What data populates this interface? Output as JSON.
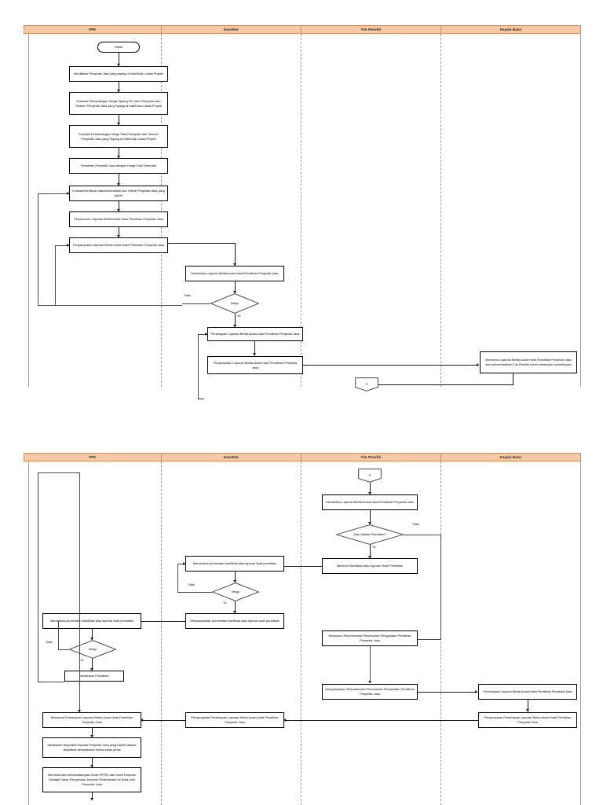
{
  "document": {
    "type": "swimlane-flowchart",
    "page_background": "#ffffff",
    "header_fill": "#F4C9A6",
    "header_border": "#c98f62",
    "lane_divider": "#9b9b9b"
  },
  "lanes": [
    {
      "id": "ppk",
      "label": "PPK"
    },
    {
      "id": "kasatker",
      "label": "Kasatker"
    },
    {
      "id": "tim_peneliti",
      "label": "Tim Peneliti"
    },
    {
      "id": "kepala_balai",
      "label": "Kepala Balai"
    }
  ],
  "chart1": {
    "nodes": {
      "mulai": "Mulai",
      "identifikasi": "Identifikasi Penyedia Jasa yang tayang di Kab/Kota Lokasi Proyek",
      "evaluasi_per_item": "Evaluasi Perbandingan Harga Tayang Per item Pekerjaan dari Seluruh Penyedia Jasa yang Tayang di Kab/Kota Lokasi Proyek",
      "evaluasi_total": "Evaluasi Perbandingan Harga Total Pekerjaan dari Seluruh Penyedia Jasa yang Tayang di Kab/Kota Lokasi Proyek",
      "pemilihan": "Pemilihan Penyedia Jasa dengan Harga Total Terendah",
      "verifikasi": "Evaluasi/Verifikasi data Administrasi dan Teknis Penyedia Jasa yang dipilih",
      "penyusunan_ba": "Penyusunan Laporan Berita Acara Hasil Pemilihan Penyedia Jasa",
      "penyampaian_ba": "Penyampaian Laporan Berita Acara Hasil Pemilihan Penyedia Jasa",
      "memeriksa_ba": "Memeriksa Laporan Berita Acara Hasil Pemilihan Penyedia Jasa",
      "setuju": "Setuju",
      "persetujuan_ba": "Persetujuan Laporan Berita Acara Hasil Pemilihan Penyedia Jasa",
      "penyampaian_ba2": "Penyampaian Laporan Berita Acara Hasil Pemilihan Penyedia Jasa",
      "menerima_ba": "Menerima Laporan Berita Acara Hasil Pemilihan Penyedia Jasa dan memerintahkan Tim Peneliti untuk melakukan pemeriksaan",
      "konektor_a": "A"
    },
    "edge_labels": {
      "tidak": "Tidak",
      "ya": "YA"
    }
  },
  "chart2": {
    "nodes": {
      "konektor_a": "A",
      "memeriksa_ba": "Memeriksa Laporan Berita Acara Hasil Pemilihan Penyedia Jasa",
      "ada_catatan": "Ada Catatan Perbaikan?",
      "meminta_klarifikasi": "Meminta Klarifikasi Atas Laporan Hasil Penelitian",
      "memeriksa_permintaan_kas": "Memeriksa permintaan klarifikasi atas laporan hasil penelitian",
      "setuju_kas": "Setuju",
      "menyampaikan_permintaan": "Menyampaikan permintaan klarifikasi atas laporan hasil penelitian",
      "memeriksa_permintaan_ppk": "Memeriksa permintaan klarifikasi atas laporan hasil penelitian",
      "setuju_ppk": "Setuju",
      "melakukan_perbaikan": "Melakukan Perbaikan",
      "menyusun_rekomendasi": "Menyusun Rekomendasi Pemenuhan Persyaratan Pemilihan Penyedia Jasa",
      "menyampaikan_rekomendasi": "Menyampaikan Rekomendasi Pemenuhan Persyaratan Pemilihan Penyedia Jasa",
      "persetujuan_ba": "Persetujuan Laporan Berita Acara Hasil Pemilihan Penyedia Jasa",
      "penyampaian_persetujuan_kb": "Penyampaian Persetujuan Laporan Berita Acara Hasil Pemilihan Penyedia Jasa",
      "penyampaian_persetujuan_kas": "Penyampaian Persetujuan Laporan Berita Acara Hasil Pemilihan Penyedia Jasa",
      "menerima_persetujuan": "Menerima Persetujuan Laporan Berita Acara Hasil Pemilihan Penyedia Jasa",
      "negosiasi": "Melakukan Negosiasi Kepada Penyedia Jasa yang Dipilih sampai dihasilkan kesepakatan kedua belah pihak",
      "sppbj": "Membuat dan menandatangani Surat SPPBJ dan Surat Pesanan Sebagai Dasar Pengusulan Jaminan Pelaksanaan ke Bank oleh Penyedia Jasa"
    },
    "edge_labels": {
      "tidak": "Tidak",
      "ya": "YA"
    }
  }
}
